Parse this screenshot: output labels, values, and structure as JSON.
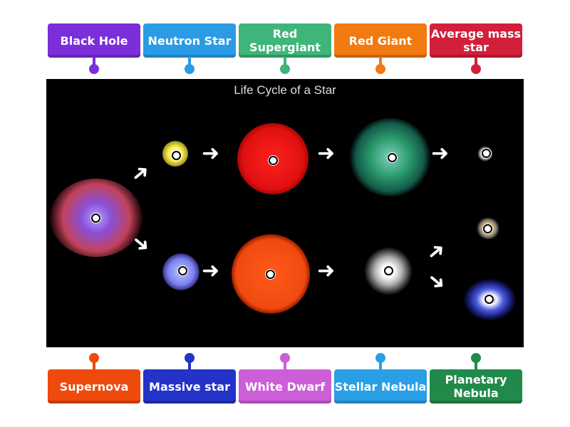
{
  "diagram": {
    "title": "Life Cycle of a Star"
  },
  "top_labels": [
    {
      "text": "Black Hole",
      "color": "#7b2fd9"
    },
    {
      "text": "Neutron Star",
      "color": "#2b9be6"
    },
    {
      "text": "Red Supergiant",
      "color": "#3fb57a"
    },
    {
      "text": "Red Giant",
      "color": "#f27a10"
    },
    {
      "text": "Average mass star",
      "color": "#d21f3a"
    }
  ],
  "bottom_labels": [
    {
      "text": "Supernova",
      "color": "#ee4a0c"
    },
    {
      "text": "Massive star",
      "color": "#2433c7"
    },
    {
      "text": "White Dwarf",
      "color": "#cc5fd8"
    },
    {
      "text": "Stellar Nebula",
      "color": "#2a9fe6"
    },
    {
      "text": "Planetary Nebula",
      "color": "#218a4a"
    }
  ]
}
